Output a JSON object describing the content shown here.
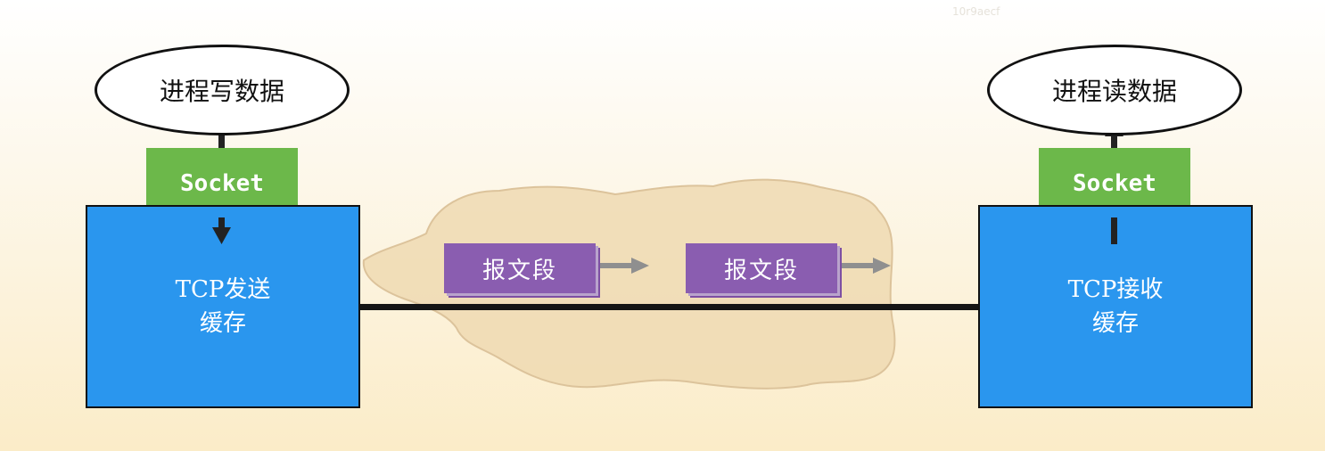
{
  "watermark": "10r9aecf",
  "sender": {
    "process_label": "进程写数据",
    "socket_label": "Socket",
    "buffer_line1": "TCP发送",
    "buffer_line2": "缓存"
  },
  "receiver": {
    "process_label": "进程读数据",
    "socket_label": "Socket",
    "buffer_line1": "TCP接收",
    "buffer_line2": "缓存"
  },
  "segments": [
    {
      "label": "报文段"
    },
    {
      "label": "报文段"
    }
  ],
  "colors": {
    "socket": "#6cb84a",
    "buffer": "#2a96ee",
    "segment": "#8a5db0",
    "cloud": "#efd9b2"
  }
}
